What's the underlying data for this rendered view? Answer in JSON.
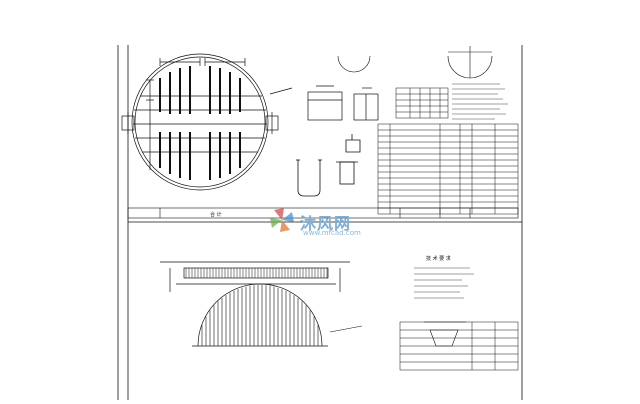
{
  "watermark": {
    "brand": "沐风网",
    "url": "www.mfcad.com"
  },
  "drawing": {
    "upper_title_block": {
      "label": "合 计"
    },
    "lower_notes_header": "技 术 要 求"
  },
  "colors": {
    "line": "#111111",
    "watermark": "#7fb0d8",
    "background": "#ffffff"
  }
}
